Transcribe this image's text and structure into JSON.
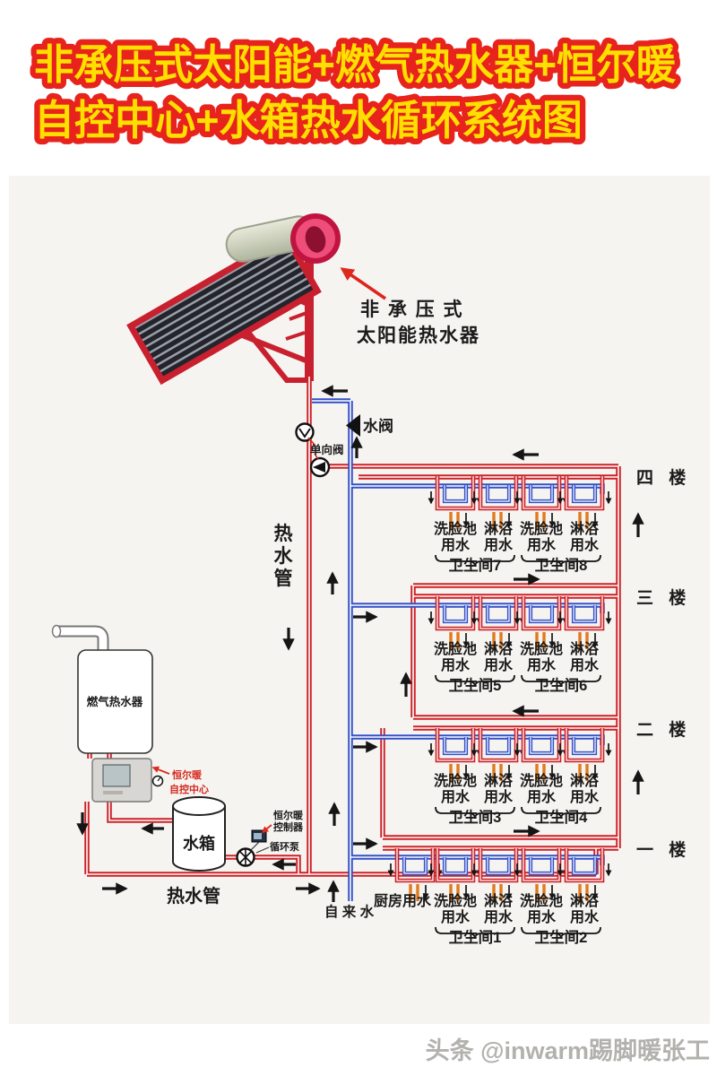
{
  "title": {
    "line1": "非承压式太阳能+燃气热水器+恒尔暖",
    "line2": "自控中心+水箱热水循环系统图"
  },
  "solar_heater": {
    "label_line1": "非 承 压 式",
    "label_line2": "太阳能热水器"
  },
  "valves": {
    "water_valve": "水阀",
    "check_valve": "单向阀"
  },
  "pipes": {
    "hot_pipe": "热水管",
    "tap_water": "自 来 水"
  },
  "equipment": {
    "gas_heater": "燃气热水器",
    "control_center": {
      "line1": "恒尔暖",
      "line2": "自控中心"
    },
    "tank": "水箱",
    "controller": {
      "line1": "恒尔暖",
      "line2": "控制器"
    },
    "pump": "循环泵"
  },
  "fixtures": {
    "basin": "洗脸池",
    "shower": "淋浴",
    "water": "用水",
    "kitchen": "厨房用水"
  },
  "floors": [
    {
      "name": "四 楼",
      "bathrooms": [
        "卫生间7",
        "卫生间8"
      ]
    },
    {
      "name": "三 楼",
      "bathrooms": [
        "卫生间5",
        "卫生间6"
      ]
    },
    {
      "name": "二 楼",
      "bathrooms": [
        "卫生间3",
        "卫生间4"
      ]
    },
    {
      "name": "一 楼",
      "bathrooms": [
        "卫生间1",
        "卫生间2"
      ]
    }
  ],
  "watermark": "头条 @inwarm踢脚暖张工",
  "colors": {
    "hot": "#cc2127",
    "cold": "#3350c8",
    "drop": "#e07a1e",
    "title_fill": "#ffdf00",
    "title_stroke": "#e8221c"
  }
}
